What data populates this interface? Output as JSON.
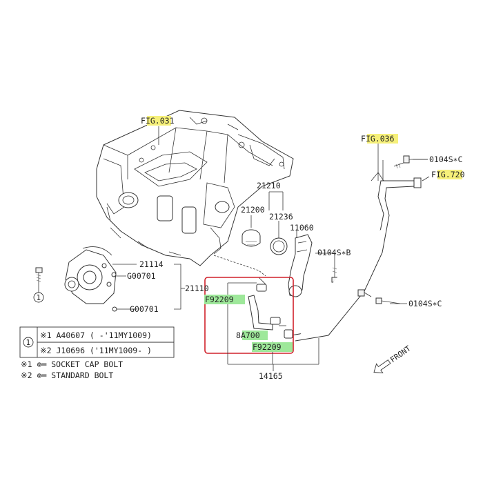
{
  "callouts": {
    "fig031": {
      "pre": "F",
      "hl": "IG.03",
      "post": "1"
    },
    "fig036": {
      "pre": "F",
      "hl": "IG.036",
      "post": ""
    },
    "fig720": {
      "pre": "F",
      "hl": "IG.72",
      "post": "0"
    },
    "bolt_c_top": "0104S∗C",
    "bolt_b": "0104S∗B",
    "bolt_c_bottom": "0104S∗C",
    "p21210": "21210",
    "p21200": "21200",
    "p21236": "21236",
    "p11060": "11060",
    "p21114": "21114",
    "p21110": "21110",
    "g00701_a": "G00701",
    "g00701_b": "G00701",
    "f92209_a": "F92209",
    "a700": {
      "pre": "8",
      "hl": "A700"
    },
    "f92209_b": "F92209",
    "p14165": "14165",
    "circle1": "1"
  },
  "table": {
    "marker": "1",
    "row1": "※1 A40607 ( -'11MY1009)",
    "row2": "※2 J10696 ('11MY1009- )"
  },
  "legend": {
    "item1": "※1 ⊚═ SOCKET CAP BOLT",
    "item2": "※2 ⊚═ STANDARD BOLT"
  },
  "front_label": "FRONT",
  "colors": {
    "highlight_yellow": "#f6f07a",
    "highlight_green": "#9ee89a",
    "frame_red": "#d0202a"
  }
}
